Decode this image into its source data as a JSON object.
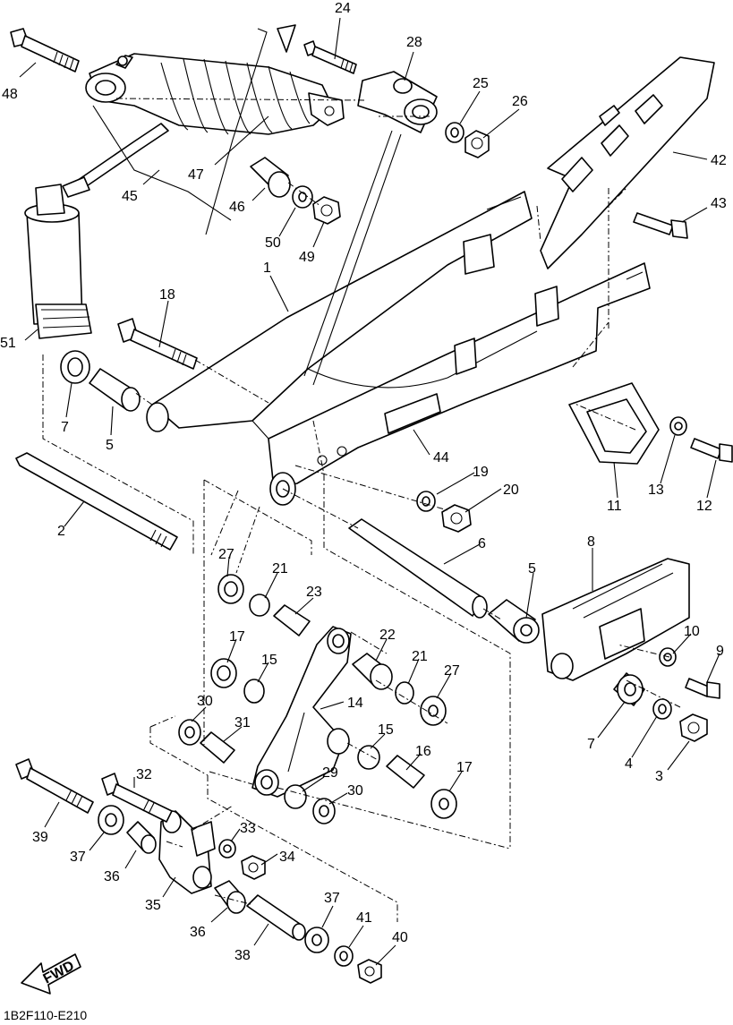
{
  "diagram": {
    "drawing_code": "1B2F110-E210",
    "fwd_label": "FWD",
    "callouts": [
      {
        "id": "c1",
        "label": "1"
      },
      {
        "id": "c2",
        "label": "2"
      },
      {
        "id": "c3",
        "label": "3"
      },
      {
        "id": "c4",
        "label": "4"
      },
      {
        "id": "c5a",
        "label": "5"
      },
      {
        "id": "c5b",
        "label": "5"
      },
      {
        "id": "c6",
        "label": "6"
      },
      {
        "id": "c7a",
        "label": "7"
      },
      {
        "id": "c7b",
        "label": "7"
      },
      {
        "id": "c8",
        "label": "8"
      },
      {
        "id": "c9",
        "label": "9"
      },
      {
        "id": "c10",
        "label": "10"
      },
      {
        "id": "c11",
        "label": "11"
      },
      {
        "id": "c12",
        "label": "12"
      },
      {
        "id": "c13",
        "label": "13"
      },
      {
        "id": "c14",
        "label": "14"
      },
      {
        "id": "c15a",
        "label": "15"
      },
      {
        "id": "c15b",
        "label": "15"
      },
      {
        "id": "c16",
        "label": "16"
      },
      {
        "id": "c17a",
        "label": "17"
      },
      {
        "id": "c17b",
        "label": "17"
      },
      {
        "id": "c18",
        "label": "18"
      },
      {
        "id": "c19",
        "label": "19"
      },
      {
        "id": "c20",
        "label": "20"
      },
      {
        "id": "c21a",
        "label": "21"
      },
      {
        "id": "c21b",
        "label": "21"
      },
      {
        "id": "c22",
        "label": "22"
      },
      {
        "id": "c23",
        "label": "23"
      },
      {
        "id": "c24",
        "label": "24"
      },
      {
        "id": "c25",
        "label": "25"
      },
      {
        "id": "c26",
        "label": "26"
      },
      {
        "id": "c27a",
        "label": "27"
      },
      {
        "id": "c27b",
        "label": "27"
      },
      {
        "id": "c28",
        "label": "28"
      },
      {
        "id": "c29",
        "label": "29"
      },
      {
        "id": "c30a",
        "label": "30"
      },
      {
        "id": "c30b",
        "label": "30"
      },
      {
        "id": "c31",
        "label": "31"
      },
      {
        "id": "c32",
        "label": "32"
      },
      {
        "id": "c33",
        "label": "33"
      },
      {
        "id": "c34",
        "label": "34"
      },
      {
        "id": "c35",
        "label": "35"
      },
      {
        "id": "c36a",
        "label": "36"
      },
      {
        "id": "c36b",
        "label": "36"
      },
      {
        "id": "c37a",
        "label": "37"
      },
      {
        "id": "c37b",
        "label": "37"
      },
      {
        "id": "c38",
        "label": "38"
      },
      {
        "id": "c39",
        "label": "39"
      },
      {
        "id": "c40",
        "label": "40"
      },
      {
        "id": "c41",
        "label": "41"
      },
      {
        "id": "c42",
        "label": "42"
      },
      {
        "id": "c43",
        "label": "43"
      },
      {
        "id": "c44",
        "label": "44"
      },
      {
        "id": "c45",
        "label": "45"
      },
      {
        "id": "c46",
        "label": "46"
      },
      {
        "id": "c47",
        "label": "47"
      },
      {
        "id": "c48",
        "label": "48"
      },
      {
        "id": "c49",
        "label": "49"
      },
      {
        "id": "c50",
        "label": "50"
      },
      {
        "id": "c51",
        "label": "51"
      }
    ]
  }
}
